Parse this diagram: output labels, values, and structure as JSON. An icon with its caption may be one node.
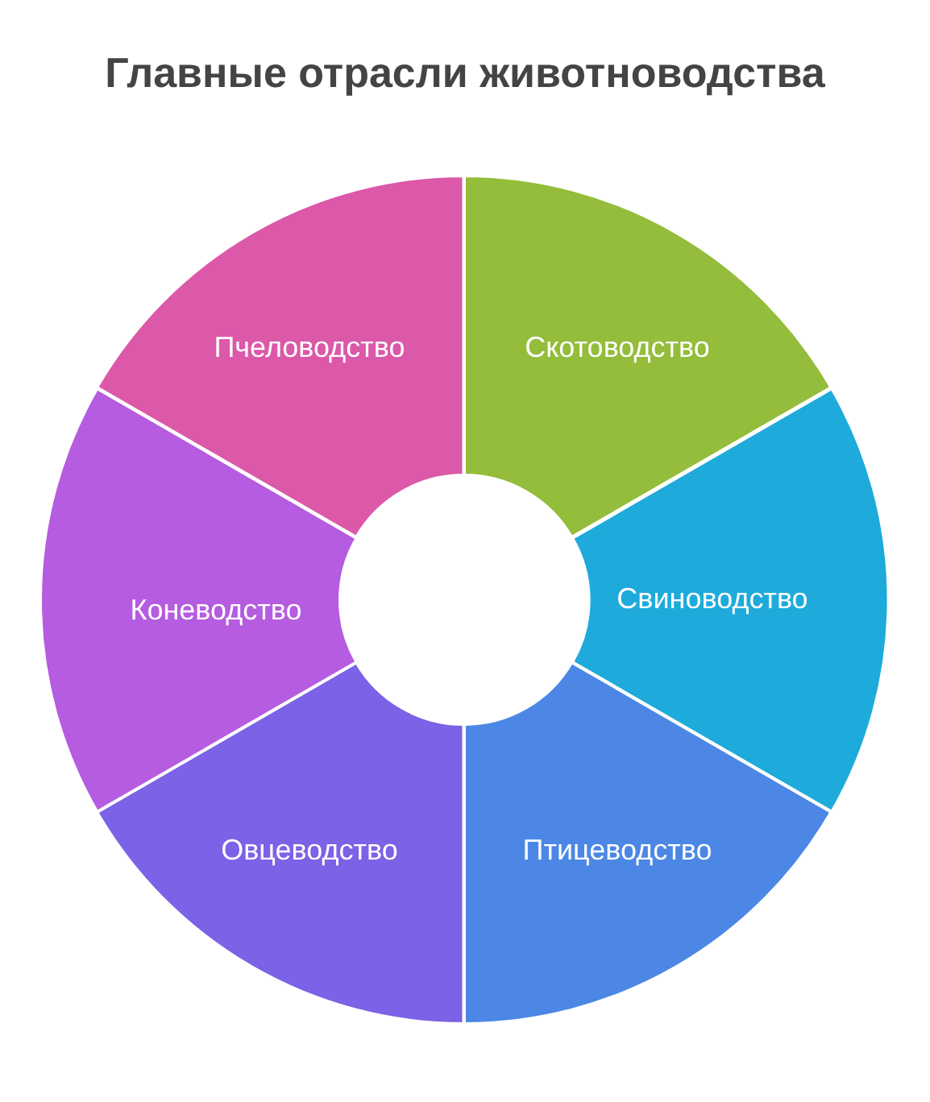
{
  "diagram": {
    "title": "Главные отрасли животноводства",
    "nodes": [
      {
        "text": [
          "Скотоводство"
        ]
      },
      {
        "text": [
          "Свиноводство"
        ]
      },
      {
        "text": [
          "Птицеводство"
        ]
      },
      {
        "text": [
          "Овцеводство"
        ]
      },
      {
        "text": [
          "Коневодство"
        ]
      },
      {
        "text": [
          "Пчеловодство"
        ]
      }
    ]
  }
}
